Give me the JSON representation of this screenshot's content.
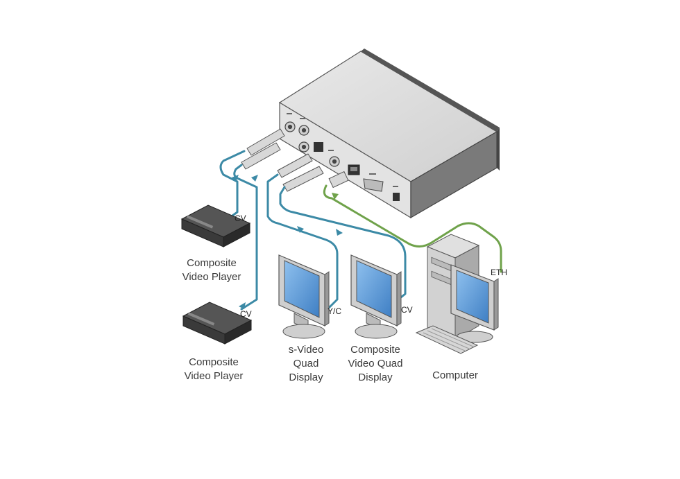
{
  "devices": {
    "player_top": {
      "label_line1": "Composite",
      "label_line2": "Video Player",
      "port": "CV"
    },
    "player_bottom": {
      "label_line1": "Composite",
      "label_line2": "Video Player",
      "port": "CV"
    },
    "svideo_display": {
      "label_line1": "s-Video",
      "label_line2": "Quad",
      "label_line3": "Display",
      "port": "Y/C"
    },
    "composite_display": {
      "label_line1": "Composite",
      "label_line2": "Video Quad",
      "label_line3": "Display",
      "port": "CV"
    },
    "computer": {
      "label": "Computer",
      "port": "ETH"
    }
  },
  "colors": {
    "video_cable": "#3c8aa6",
    "ethernet_cable": "#6fa24a",
    "device_body": "#dcdcdc",
    "screen": "#5f9bd6"
  },
  "icons": [
    "main-unit-icon",
    "dvd-player-icon",
    "monitor-icon",
    "computer-tower-icon",
    "keyboard-icon",
    "bnc-connector-icon",
    "rj45-connector-icon"
  ]
}
